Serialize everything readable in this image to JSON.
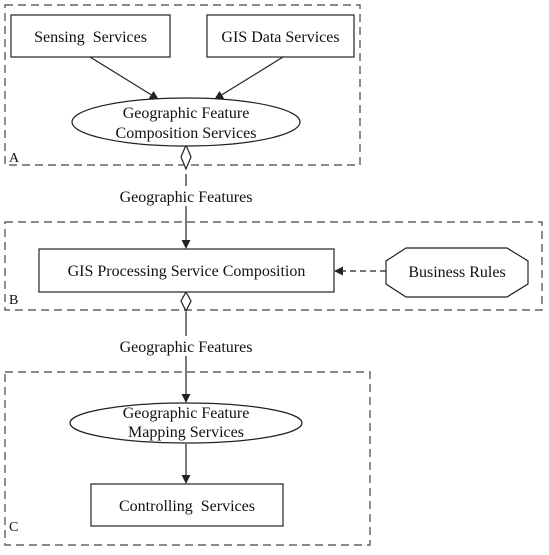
{
  "groups": {
    "a": "A",
    "b": "B",
    "c": "C"
  },
  "nodes": {
    "sensing_services": "Sensing  Services",
    "gis_data_services": "GIS Data Services",
    "feature_composition": [
      "Geographic Feature",
      "Composition Services"
    ],
    "gis_processing": "GIS Processing Service Composition",
    "business_rules": "Business Rules",
    "feature_mapping": [
      "Geographic Feature",
      "Mapping Services"
    ],
    "controlling_services": "Controlling  Services"
  },
  "edges": {
    "features_label_1": "Geographic Features",
    "features_label_2": "Geographic Features"
  }
}
